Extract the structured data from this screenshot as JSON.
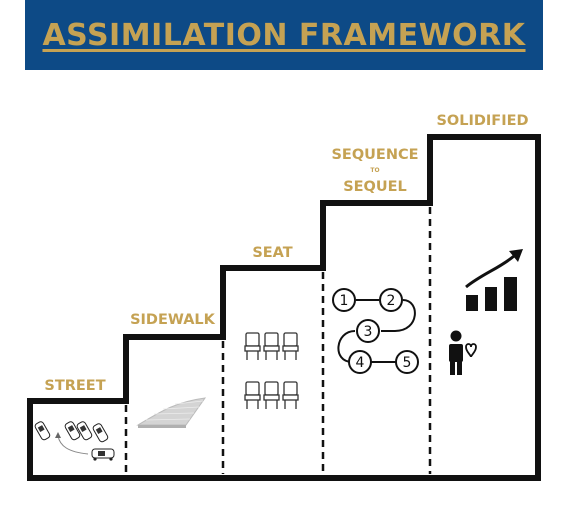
{
  "header": {
    "title": "ASSIMILATION FRAMEWORK"
  },
  "steps": [
    {
      "label": "STREET"
    },
    {
      "label": "SIDEWALK"
    },
    {
      "label": "SEAT"
    },
    {
      "label": "SEQUENCE",
      "connector": "TO",
      "label2": "SEQUEL"
    },
    {
      "label": "SOLIDIFIED"
    }
  ],
  "sequence_numbers": [
    "1",
    "2",
    "3",
    "4",
    "5"
  ],
  "icons": {
    "street": "parking-cars-icon",
    "sidewalk": "sidewalk-icon",
    "seat": "chairs-icon",
    "sequence": "numbered-path-icon",
    "solidified": "growth-chart-icon",
    "person": "person-with-heart-icon"
  },
  "colors": {
    "banner": "#0d4a86",
    "accent": "#c5a253",
    "stroke": "#111111"
  }
}
